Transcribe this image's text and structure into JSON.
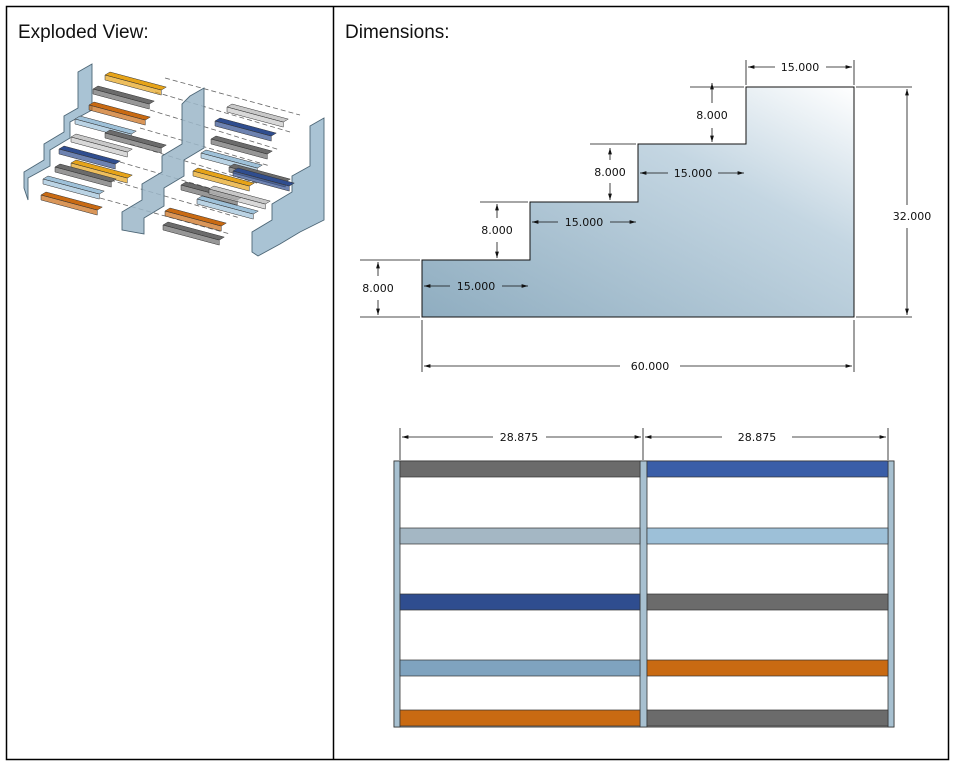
{
  "panels": {
    "left_title": "Exploded View:",
    "right_title": "Dimensions:"
  },
  "colors": {
    "panel_fill": "#9fb8c8",
    "bar_dark_gray": "#6b6b6b",
    "bar_blue": "#3a5ea8",
    "bar_light_blue": "#9dc0d8",
    "bar_gray_blue": "#a4b7c4",
    "bar_navy": "#2f4d8f",
    "bar_steel_blue": "#7fa3bf",
    "bar_orange": "#c96a12",
    "bar_gold": "#e6a318",
    "bar_light_gray": "#c8c8c8"
  },
  "profile_dims": {
    "step_width_top": "15.000",
    "step_height_top": "8.000",
    "step_width_2": "15.000",
    "step_height_2": "8.000",
    "step_width_3": "15.000",
    "step_height_3": "8.000",
    "step_width_4": "15.000",
    "step_height_4": "8.000",
    "total_height": "32.000",
    "total_width": "60.000"
  },
  "plan_dims": {
    "left_width": "28.875",
    "right_width": "28.875"
  },
  "plan_rows": [
    {
      "left": "bar_dark_gray",
      "right": "bar_blue"
    },
    {
      "left": "bar_gray_blue",
      "right": "bar_light_blue"
    },
    {
      "left": "bar_navy",
      "right": "bar_dark_gray"
    },
    {
      "left": "bar_steel_blue",
      "right": "bar_orange"
    },
    {
      "left": "bar_orange",
      "right": "bar_dark_gray"
    }
  ]
}
